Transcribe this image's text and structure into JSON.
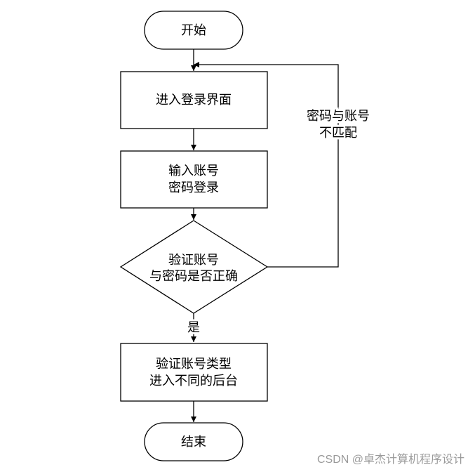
{
  "flowchart": {
    "start": "开始",
    "enter_login": "进入登录界面",
    "input_line1": "输入账号",
    "input_line2": "密码登录",
    "verify_line1": "验证账号",
    "verify_line2": "与密码是否正确",
    "mismatch_line1": "密码与账号",
    "mismatch_line2": "不匹配",
    "yes": "是",
    "type_line1": "验证账号类型",
    "type_line2": "进入不同的后台",
    "end": "结束"
  },
  "watermark": "CSDN @卓杰计算机程序设计"
}
